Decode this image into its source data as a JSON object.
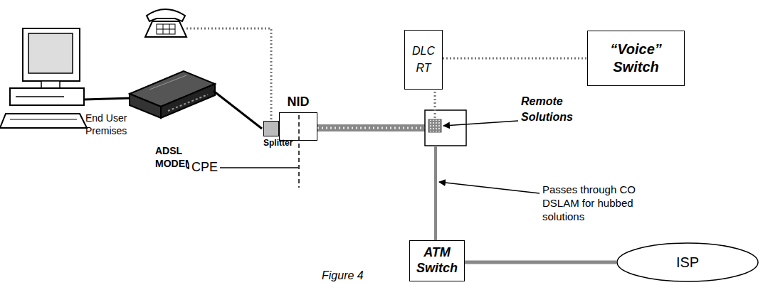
{
  "diagram": {
    "caption": "Figure 4",
    "nodes": [
      {
        "text": [
          "DLC RT"
        ]
      },
      {
        "text": [
          "“Voice” Switch"
        ]
      },
      {
        "text": [
          "NID"
        ]
      },
      {
        "text": [
          "Splitter"
        ]
      },
      {
        "text": [
          "ATM Switch"
        ]
      },
      {
        "text": [
          "ISP"
        ]
      }
    ],
    "edges": [
      {
        "from": 0,
        "to": 1,
        "arrow": "none"
      },
      {
        "from": 4,
        "to": 5,
        "arrow": "none"
      }
    ],
    "labels": [
      "End User Premises",
      "ADSL MODEM",
      "CPE",
      "Remote Solutions",
      "Passes through CO DSLAM for hubbed solutions"
    ]
  }
}
